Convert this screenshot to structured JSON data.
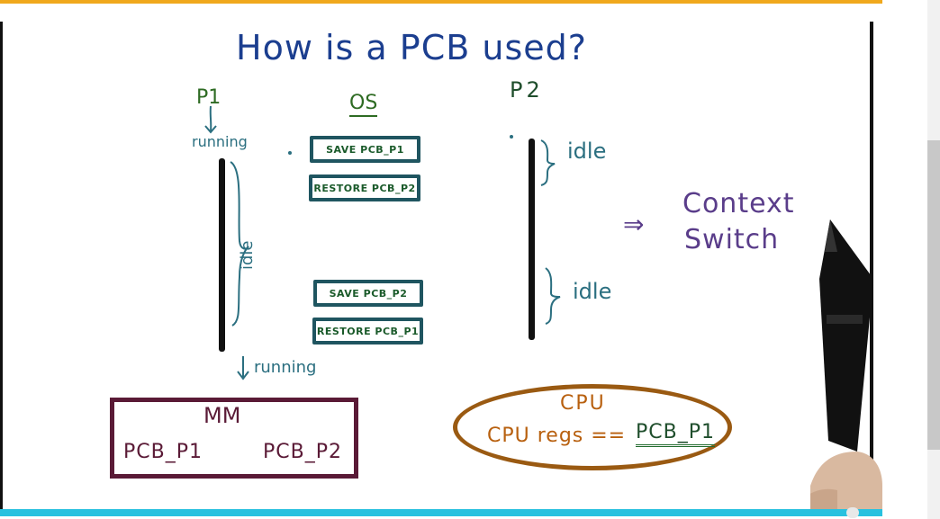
{
  "slide": {
    "title": "How is a PCB used?",
    "p1_label": "P1",
    "p2_label": "P2",
    "os_label": "OS",
    "running_top": "running",
    "running_bottom": "running",
    "idle_p1": "idle",
    "idle_p2_top": "idle",
    "idle_p2_bottom": "idle",
    "os_steps": [
      "SAVE PCB_P1",
      "RESTORE PCB_P2",
      "SAVE PCB_P2",
      "RESTORE PCB_P1"
    ],
    "context_arrow": "⇒",
    "context_line1": "Context",
    "context_line2": "Switch",
    "memory": {
      "label": "MM",
      "pcb_a": "PCB_P1",
      "pcb_b": "PCB_P2"
    },
    "cpu": {
      "label": "CPU",
      "regs_text": "CPU regs ==",
      "regs_value": "PCB_P1"
    }
  },
  "colors": {
    "title": "#1b3e8f",
    "process_labels": "#2e6b23",
    "annotations": "#2b6f80",
    "os_box_border": "#1f5560",
    "context_switch": "#5a3d8a",
    "memory_box": "#5a1a36",
    "cpu": "#b8600f",
    "top_bar": "#f0a81c",
    "progress_bar": "#29c1df"
  }
}
